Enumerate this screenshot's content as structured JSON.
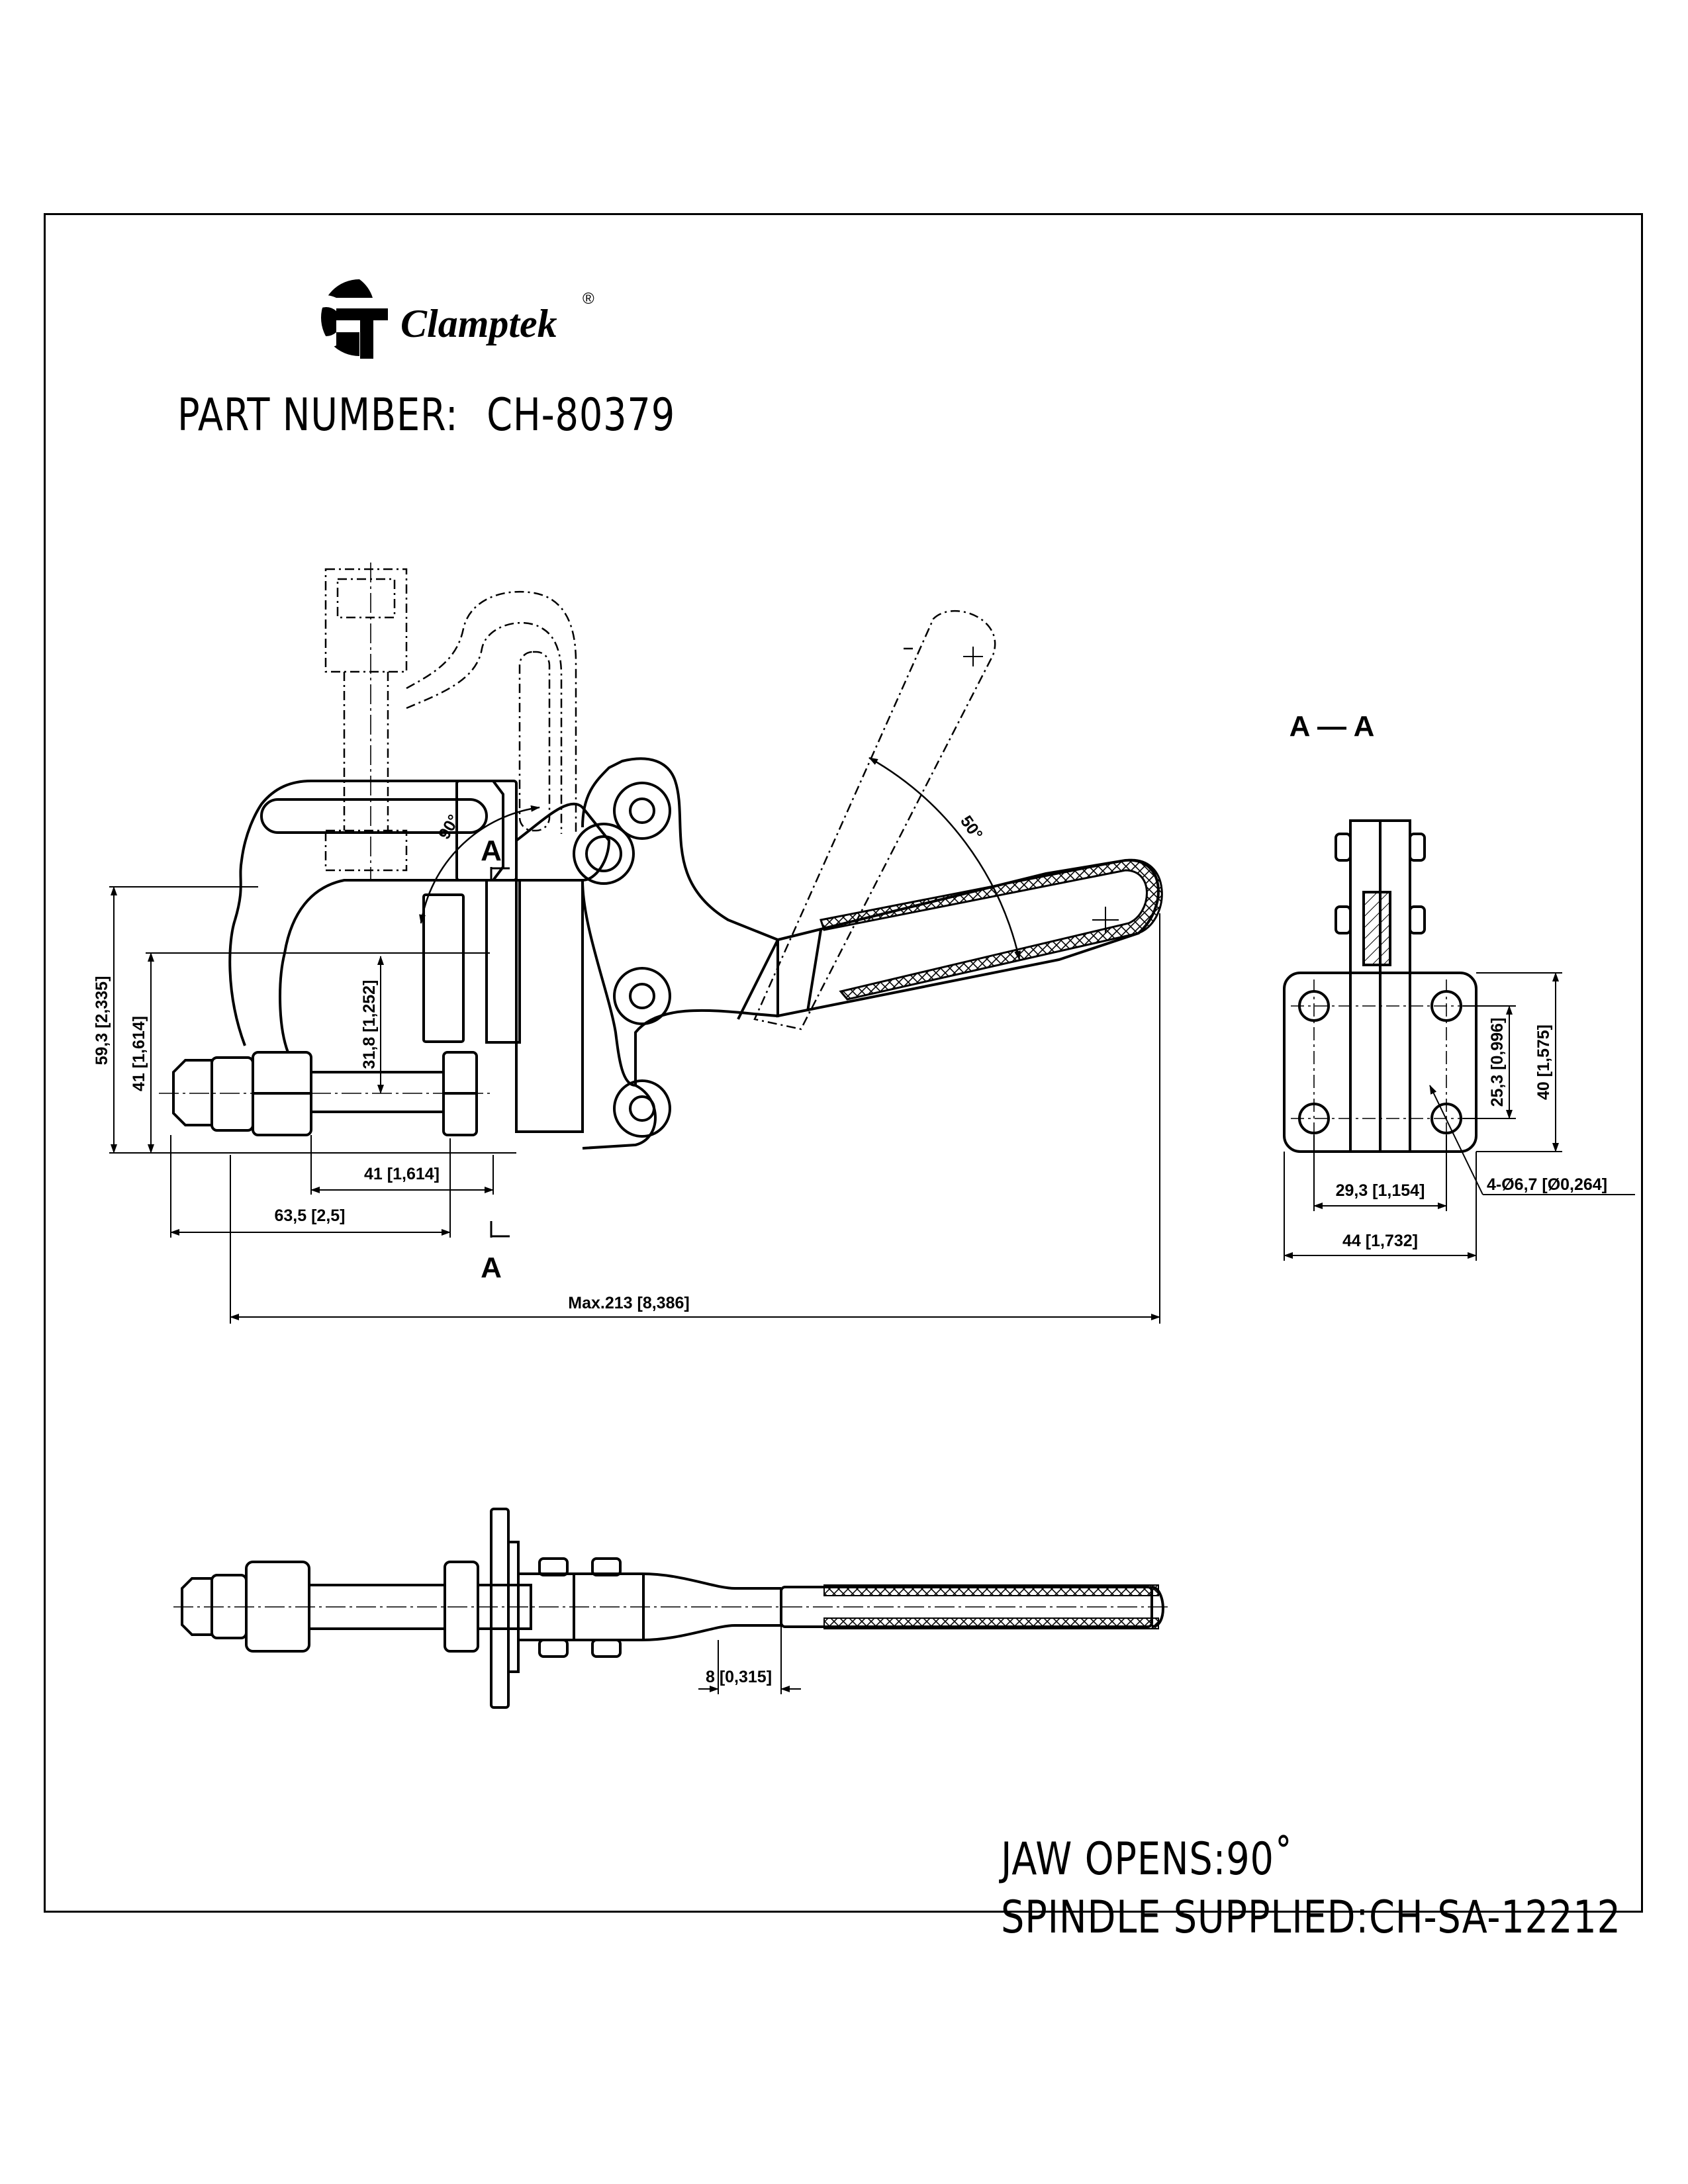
{
  "brand": {
    "name": "Clamptek",
    "registered": "®"
  },
  "part": {
    "label": "PART NUMBER:",
    "number": "CH-80379"
  },
  "section_labels": {
    "section_title": "A — A",
    "cut_mark_top": "A",
    "cut_mark_bottom": "A"
  },
  "angles": {
    "jaw_angle": "90°",
    "handle_angle": "50°"
  },
  "dimensions": {
    "height_total": "59,3 [2,335]",
    "height_mount": "41 [1,614]",
    "spindle_height": "31,8 [1,252]",
    "base_length": "41 [1,614]",
    "spindle_reach": "63,5 [2,5]",
    "overall_length": "Max.213 [8,386]",
    "hole_spacing_v": "25,3 [0,996]",
    "base_height": "40 [1,575]",
    "hole_spacing_h": "29,3 [1,154]",
    "holes": "4-Ø6,7 [Ø0,264]",
    "base_width": "44 [1,732]",
    "thickness": "8 [0,315]"
  },
  "notes": {
    "jaw": "JAW OPENS:90˚",
    "spindle": "SPINDLE SUPPLIED:CH-SA-12212"
  }
}
